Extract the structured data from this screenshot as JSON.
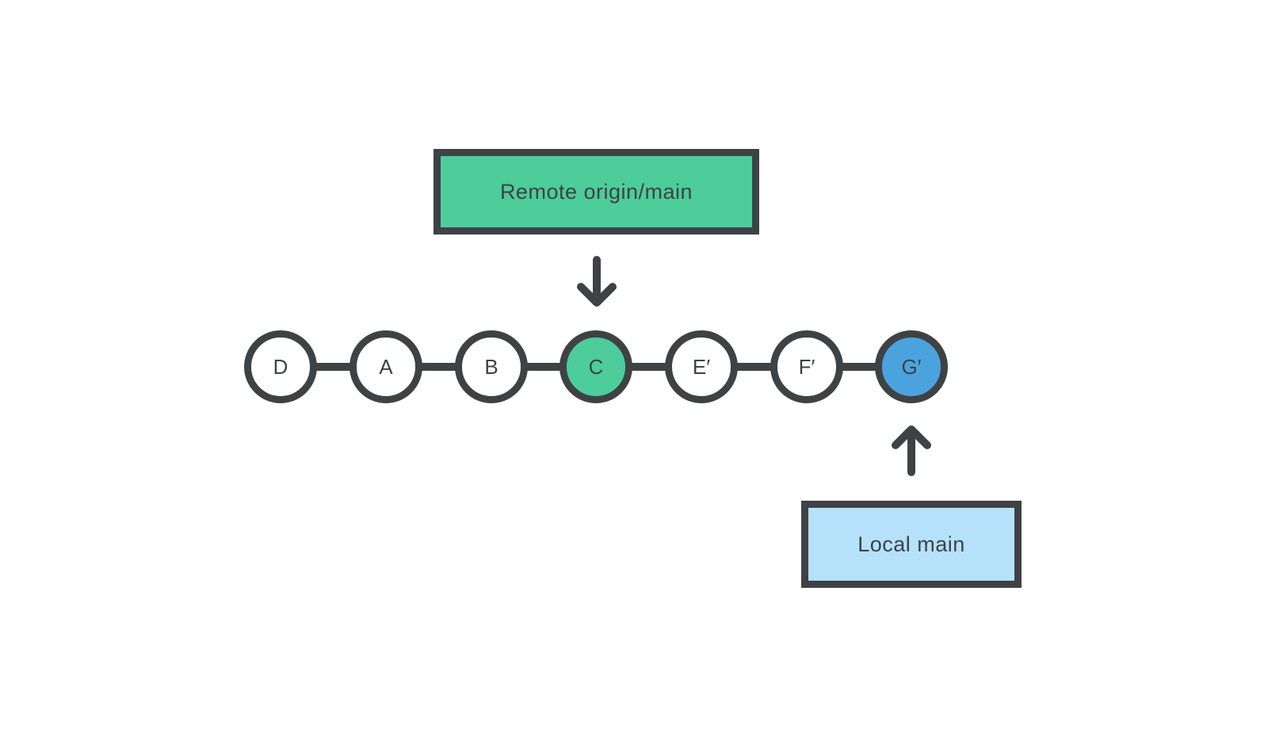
{
  "colors": {
    "outline": "#3F4245",
    "remote_fill": "#4DCC9C",
    "local_fill": "#B5E1FB",
    "remote_head_fill": "#4DCC9C",
    "local_head_fill": "#4BA3DD",
    "node_default_fill": "#FFFFFF",
    "background": "#FFFFFF"
  },
  "remote_box": {
    "label": "Remote origin/main"
  },
  "local_box": {
    "label": "Local main"
  },
  "commits": [
    {
      "label": "D",
      "variant": "default"
    },
    {
      "label": "A",
      "variant": "default"
    },
    {
      "label": "B",
      "variant": "default"
    },
    {
      "label": "C",
      "variant": "remote-head"
    },
    {
      "label": "E′",
      "variant": "default"
    },
    {
      "label": "F′",
      "variant": "default"
    },
    {
      "label": "G′",
      "variant": "local-head"
    }
  ]
}
